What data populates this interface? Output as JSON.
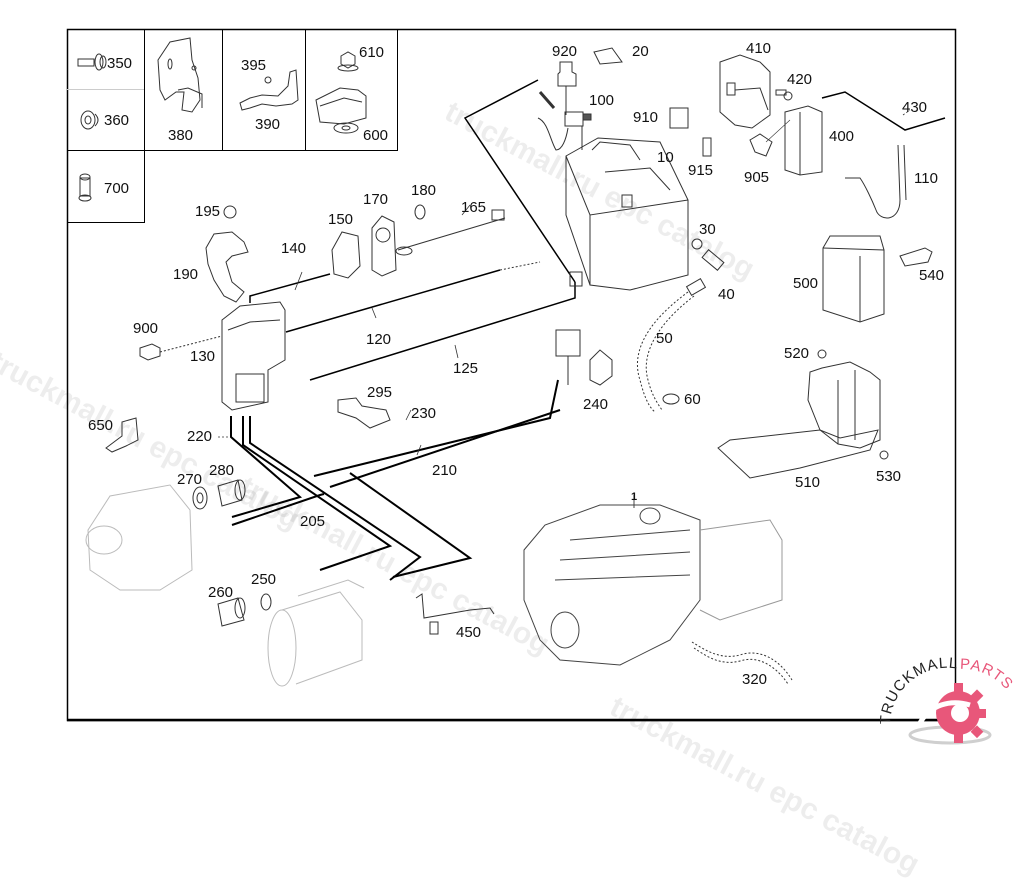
{
  "diagram": {
    "type": "exploded-parts-view",
    "subject": "Battery, battery cables and starter/alternator wiring",
    "inset_parts": [
      {
        "id": "350",
        "label": "350"
      },
      {
        "id": "360",
        "label": "360"
      },
      {
        "id": "380",
        "label": "380"
      },
      {
        "id": "390",
        "label": "390"
      },
      {
        "id": "395",
        "label": "395"
      },
      {
        "id": "600",
        "label": "600"
      },
      {
        "id": "610",
        "label": "610"
      },
      {
        "id": "700",
        "label": "700"
      }
    ],
    "callouts": {
      "p10": "10",
      "p20": "20",
      "p30": "30",
      "p40": "40",
      "p50": "50",
      "p60": "60",
      "p100": "100",
      "p110": "110",
      "p120": "120",
      "p125": "125",
      "p130": "130",
      "p140": "140",
      "p150": "150",
      "p165": "165",
      "p170": "170",
      "p180": "180",
      "p190": "190",
      "p195": "195",
      "p205": "205",
      "p210": "210",
      "p220": "220",
      "p230": "230",
      "p240": "240",
      "p250": "250",
      "p260": "260",
      "p270": "270",
      "p280": "280",
      "p295": "295",
      "p320": "320",
      "p400": "400",
      "p410": "410",
      "p420": "420",
      "p430": "430",
      "p450": "450",
      "p500": "500",
      "p510": "510",
      "p520": "520",
      "p530": "530",
      "p540": "540",
      "p650": "650",
      "p900": "900",
      "p905": "905",
      "p910": "910",
      "p915": "915",
      "p920": "920"
    },
    "engine_marker": "1"
  },
  "watermark": {
    "text": "truckmall.ru epc catalog"
  },
  "logo": {
    "text_left": "TRUCKMALL",
    "text_right": "PARTS",
    "accent_color": "#e8577a",
    "text_color": "#222222"
  }
}
